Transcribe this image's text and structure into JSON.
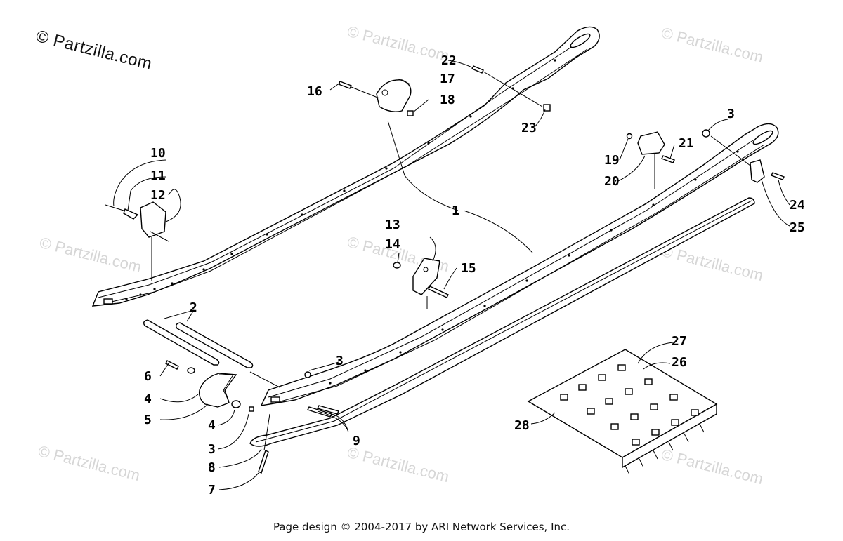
{
  "watermark": {
    "logo": "© Partzilla.com",
    "text": "© Partzilla.com"
  },
  "callouts": {
    "c1": "1",
    "c2": "2",
    "c3a": "3",
    "c3b": "3",
    "c3c": "3",
    "c4a": "4",
    "c4b": "4",
    "c5": "5",
    "c6": "6",
    "c7": "7",
    "c8": "8",
    "c9": "9",
    "c10": "10",
    "c11": "11",
    "c12": "12",
    "c13": "13",
    "c14": "14",
    "c15": "15",
    "c16": "16",
    "c17": "17",
    "c18": "18",
    "c19": "19",
    "c20": "20",
    "c21": "21",
    "c22": "22",
    "c23": "23",
    "c24": "24",
    "c25": "25",
    "c26": "26",
    "c27": "27",
    "c28": "28"
  },
  "footer": "Page design © 2004-2017 by ARI Network Services, Inc."
}
